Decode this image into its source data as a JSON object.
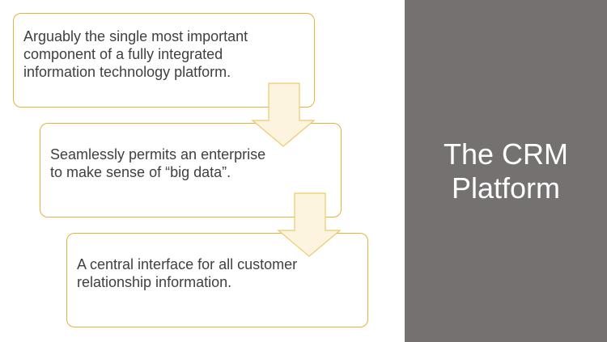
{
  "steps": [
    {
      "text": "Arguably the single most important component of a fully integrated information technology platform."
    },
    {
      "text": "Seamlessly permits an enterprise to make sense of “big data”."
    },
    {
      "text": "A central interface for all customer relationship information."
    }
  ],
  "panel": {
    "title": "The CRM Platform"
  },
  "colors": {
    "accent": "#e3b33c",
    "arrow_fill": "#fdf4e0",
    "panel_bg": "#767171",
    "text": "#404040"
  }
}
